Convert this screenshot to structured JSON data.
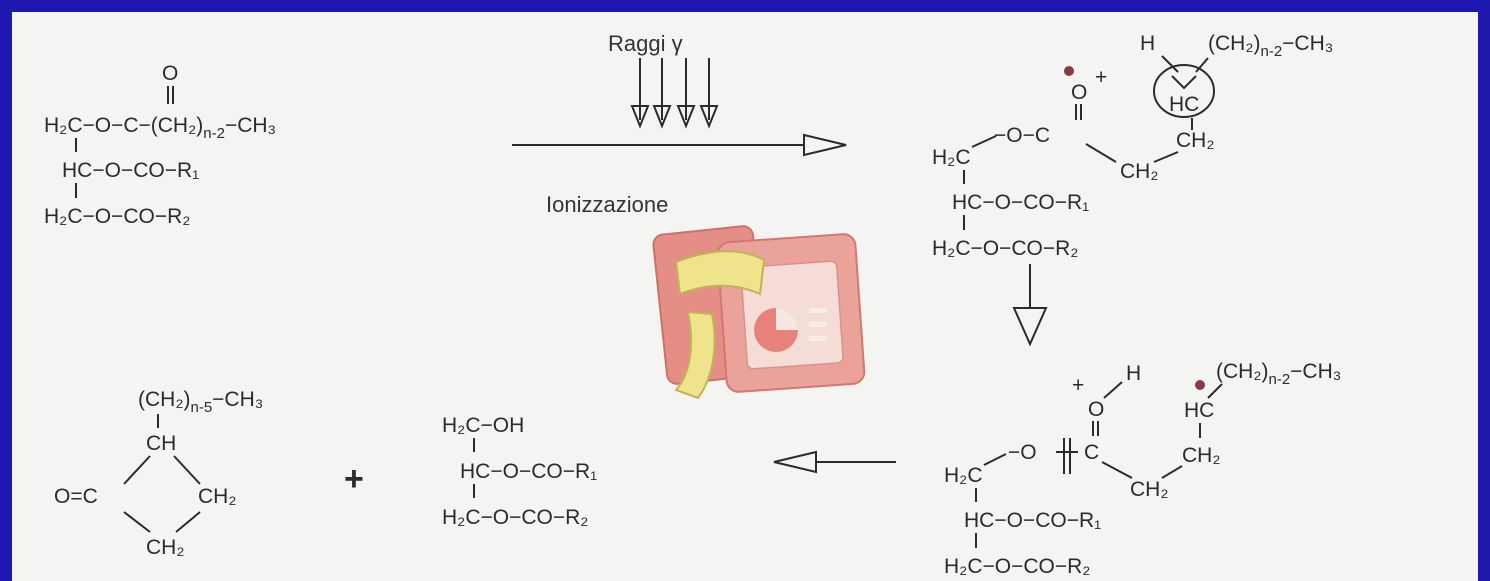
{
  "reaction": {
    "radiation_label": "Raggi γ",
    "process_label": "Ionizzazione",
    "plus": "+"
  },
  "reactant": {
    "row1_main": "H₂C−O−C−(CH₂)",
    "row1_sub": "n-2",
    "row1_end": "−CH₃",
    "carbonyl_o": "O",
    "row2": "HC−O−CO−R₁",
    "row3": "H₂C−O−CO−R₂"
  },
  "radical_cation": {
    "top_h": "H",
    "top_chain": "(CH₂)",
    "top_chain_sub": "n-2",
    "top_chain_end": "−CH₃",
    "charge": "+",
    "o": "O",
    "hc_circled": "HC",
    "ester": "−O−C",
    "ch2_a": "CH₂",
    "ch2_b": "CH₂",
    "row_h2c": "H₂C",
    "row2": "HC−O−CO−R₁",
    "row3": "H₂C−O−CO−R₂"
  },
  "rearranged": {
    "charge": "+",
    "h": "H",
    "o": "O",
    "chain": "(CH₂)",
    "chain_sub": "n-2",
    "chain_end": "−CH₃",
    "hc": "HC",
    "ester": "−O",
    "c": "C",
    "ch2_a": "CH₂",
    "ch2_b": "CH₂",
    "row_h2c": "H₂C",
    "row2": "HC−O−CO−R₁",
    "row3": "H₂C−O−CO−R₂"
  },
  "diglyceride": {
    "row1": "H₂C−OH",
    "row2": "HC−O−CO−R₁",
    "row3": "H₂C−O−CO−R₂"
  },
  "cyclobutanone": {
    "chain": "(CH₂)",
    "chain_sub": "n-5",
    "chain_end": "−CH₃",
    "ch": "CH",
    "carbonyl": "O=C",
    "ch2_right": "CH₂",
    "ch2_bottom": "CH₂"
  }
}
